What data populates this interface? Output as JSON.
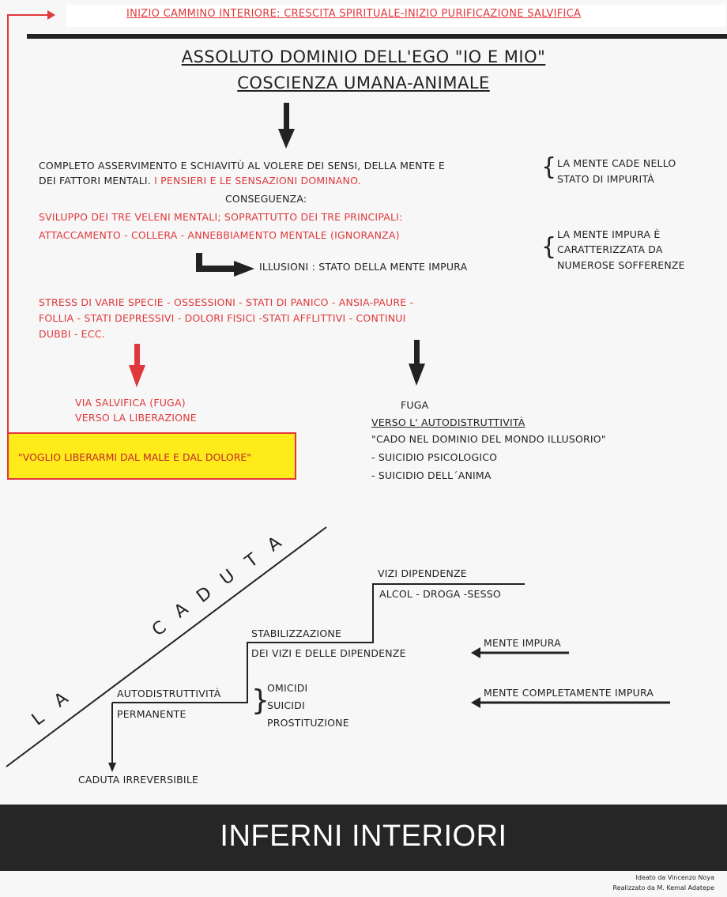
{
  "header": {
    "top_title": "INIZIO CAMMINO INTERIORE: CRESCITA SPIRITUALE-INIZIO PURIFICAZIONE SALVIFICA",
    "heading_1": "ASSOLUTO DOMINIO DELL'EGO \"IO E MIO\"",
    "heading_2": "COSCIENZA UMANA-ANIMALE"
  },
  "main": {
    "p1_line1": "COMPLETO ASSERVIMENTO E SCHIAVITÙ AL VOLERE DEI SENSI, DELLA MENTE E",
    "p1_line2_black": "DEI FATTORI MENTALI. ",
    "p1_line2_red": "I PENSIERI E LE SENSAZIONI DOMINANO.",
    "conseguenza": "CONSEGUENZA:",
    "veleni_1": "SVILUPPO DEI TRE VELENI MENTALI; SOPRATTUTTO DEI TRE PRINCIPALI:",
    "veleni_2": "ATTACCAMENTO - COLLERA - ANNEBBIAMENTO MENTALE (IGNORANZA)",
    "illusioni": "ILLUSIONI : STATO DELLA MENTE IMPURA",
    "stress_1": "STRESS DI VARIE SPECIE - OSSESSIONI - STATI DI PANICO - ANSIA-PAURE -",
    "stress_2": "FOLLIA - STATI DEPRESSIVI - DOLORI FISICI -STATI AFFLITTIVI - CONTINUI",
    "stress_3": "DUBBI - ECC."
  },
  "side": {
    "note1_line1": "LA MENTE CADE NELLO",
    "note1_line2": "STATO DI IMPURITÀ",
    "note2_line1": "LA MENTE IMPURA È",
    "note2_line2": "CARATTERIZZATA DA",
    "note2_line3": "NUMEROSE SOFFERENZE"
  },
  "via_salvifica": {
    "line1": "VIA SALVIFICA (FUGA)",
    "line2": "VERSO LA LIBERAZIONE",
    "box_text": "\"VOGLIO LIBERARMI DAL MALE E DAL DOLORE\""
  },
  "fuga": {
    "title": "FUGA",
    "subtitle": "VERSO L' AUTODISTRUTTIVITÀ",
    "quote": "\"CADO NEL DOMINIO DEL MONDO ILLUSORIO\"",
    "item1": "- SUICIDIO PSICOLOGICO",
    "item2": "- SUICIDIO DELL´ANIMA"
  },
  "caduta": {
    "letters": [
      "L",
      "A",
      "C",
      "A",
      "D",
      "U",
      "T",
      "A"
    ],
    "step3_top": "VIZI DIPENDENZE",
    "step3_bottom": "ALCOL - DROGA -SESSO",
    "step2_top": "STABILIZZAZIONE",
    "step2_bottom": "DEI VIZI E DELLE DIPENDENZE",
    "step1_top": "AUTODISTRUTTIVITÀ",
    "step1_bottom": "PERMANENTE",
    "brace_items": [
      "OMICIDI",
      "SUICIDI",
      "PROSTITUZIONE"
    ],
    "end": "CADUTA IRREVERSIBILE",
    "arrow1_label": "MENTE IMPURA",
    "arrow2_label": "MENTE COMPLETAMENTE IMPURA"
  },
  "footer": {
    "title": "INFERNI INTERIORI",
    "credit1": "Ideato da Vincenzo Noya",
    "credit2": "Realizzato da M. Kemal Adatepe"
  },
  "colors": {
    "red": "#e0383c",
    "yellow": "#ffeb1a",
    "dark": "#262626"
  }
}
